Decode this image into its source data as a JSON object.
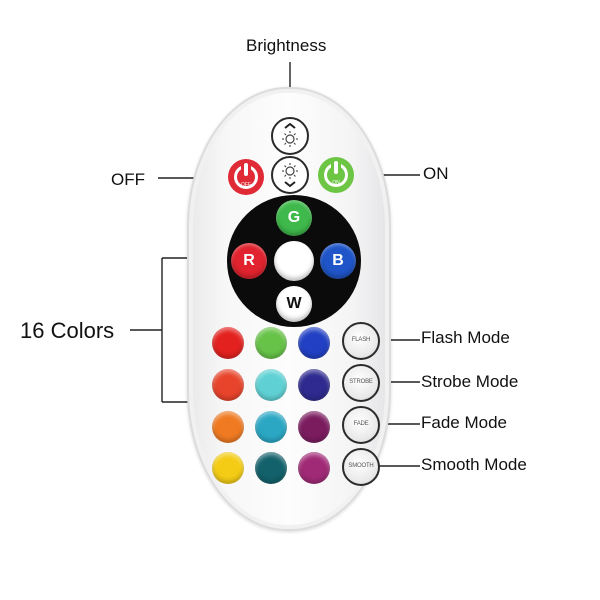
{
  "labels": {
    "brightness": "Brightness",
    "off": "OFF",
    "on": "ON",
    "colors": "16 Colors"
  },
  "power": {
    "off_text": "OFF",
    "on_text": "ON",
    "off_color": "#e02a36",
    "on_color": "#6cc644"
  },
  "wheel": {
    "g": "G",
    "r": "R",
    "b": "B",
    "w": "W",
    "g_color": "#3fb94b",
    "r_color": "#e0232e",
    "b_color": "#1f55c8",
    "w_color": "#ffffff"
  },
  "swatch_colors": [
    [
      "#e3211e",
      "#67c348",
      "#2140c3"
    ],
    [
      "#e8442b",
      "#5fd1d4",
      "#2e2a8f"
    ],
    [
      "#ef7a22",
      "#2ba7c4",
      "#7b1c5f"
    ],
    [
      "#f4cc15",
      "#13616b",
      "#a02a76"
    ]
  ],
  "modes": [
    {
      "button": "FLASH",
      "label": "Flash Mode"
    },
    {
      "button": "STROBE",
      "label": "Strobe Mode"
    },
    {
      "button": "FADE",
      "label": "Fade Mode"
    },
    {
      "button": "SMOOTH",
      "label": "Smooth Mode"
    }
  ]
}
